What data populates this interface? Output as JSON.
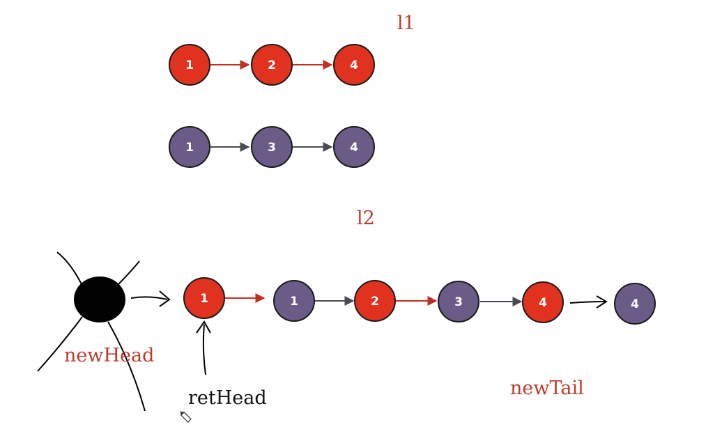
{
  "colors": {
    "red_node": "#e0321f",
    "purple_node": "#6a5c86",
    "red_arrow": "#c0301f",
    "gray_arrow": "#4a4a55",
    "ink": "#000000",
    "label_red": "#c03a2b"
  },
  "labels": {
    "l1": "l1",
    "l2": "l2",
    "newHead": "newHead",
    "retHead": "retHead",
    "newTail": "newTail"
  },
  "lists": {
    "l1": {
      "values": [
        "1",
        "2",
        "4"
      ],
      "color": "red"
    },
    "l2": {
      "values": [
        "1",
        "3",
        "4"
      ],
      "color": "purple"
    }
  },
  "merged": {
    "dummy_node": "newHead",
    "values": [
      "1",
      "1",
      "2",
      "3",
      "4"
    ],
    "colors": [
      "red",
      "purple",
      "red",
      "purple",
      "red"
    ],
    "appended": {
      "value": "4",
      "color": "purple"
    }
  },
  "icons": [
    "pencil-cursor-icon"
  ]
}
